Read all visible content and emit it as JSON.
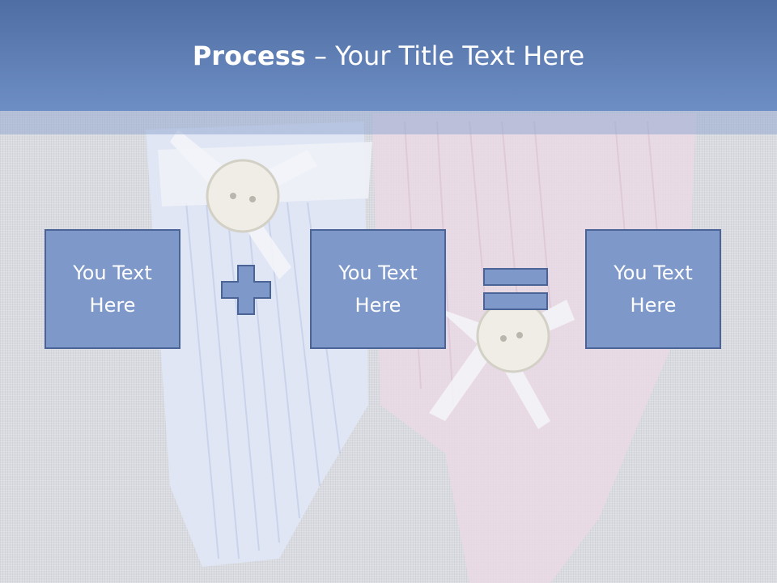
{
  "title": {
    "bold": "Process",
    "rest": " – Your Title Text Here"
  },
  "boxes": [
    {
      "text": "You Text Here"
    },
    {
      "text": "You Text Here"
    },
    {
      "text": "You Text Here"
    }
  ],
  "operators": [
    "plus",
    "equals"
  ],
  "colors": {
    "title_bar": "#5a7ab3",
    "box_fill": "#7d98c9",
    "box_border": "#4a6497",
    "operator": "#7d98c9"
  }
}
